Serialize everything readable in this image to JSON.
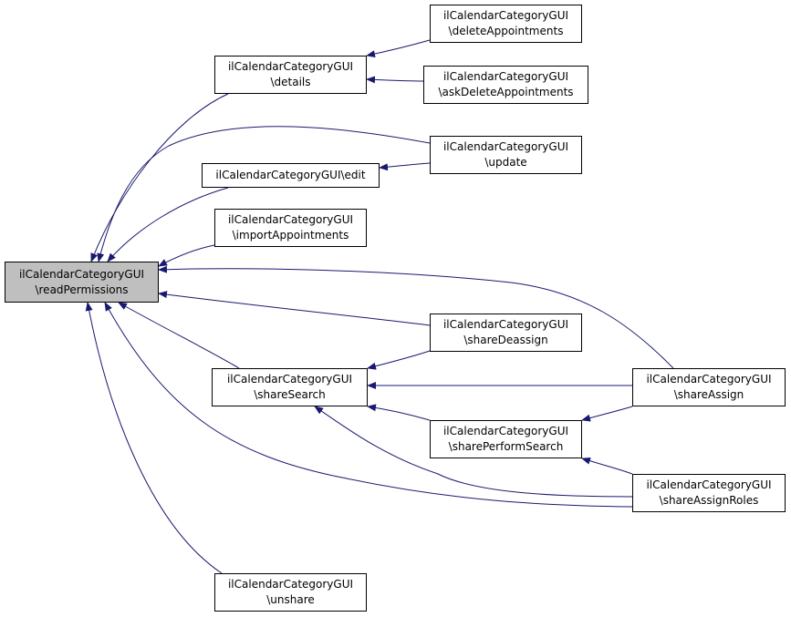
{
  "diagram": {
    "type": "call-graph",
    "edge_color": "#191970",
    "root_fill": "#bfbfbf",
    "nodes": [
      {
        "id": "readPermissions",
        "lines": [
          "ilCalendarCategoryGUI",
          "\\readPermissions"
        ],
        "root": true
      },
      {
        "id": "details",
        "lines": [
          "ilCalendarCategoryGUI",
          "\\details"
        ]
      },
      {
        "id": "deleteAppointments",
        "lines": [
          "ilCalendarCategoryGUI",
          "\\deleteAppointments"
        ]
      },
      {
        "id": "askDeleteAppointments",
        "lines": [
          "ilCalendarCategoryGUI",
          "\\askDeleteAppointments"
        ]
      },
      {
        "id": "edit",
        "lines": [
          "ilCalendarCategoryGUI\\edit"
        ]
      },
      {
        "id": "update",
        "lines": [
          "ilCalendarCategoryGUI",
          "\\update"
        ]
      },
      {
        "id": "importAppointments",
        "lines": [
          "ilCalendarCategoryGUI",
          "\\importAppointments"
        ]
      },
      {
        "id": "shareSearch",
        "lines": [
          "ilCalendarCategoryGUI",
          "\\shareSearch"
        ]
      },
      {
        "id": "shareDeassign",
        "lines": [
          "ilCalendarCategoryGUI",
          "\\shareDeassign"
        ]
      },
      {
        "id": "sharePerformSearch",
        "lines": [
          "ilCalendarCategoryGUI",
          "\\sharePerformSearch"
        ]
      },
      {
        "id": "shareAssign",
        "lines": [
          "ilCalendarCategoryGUI",
          "\\shareAssign"
        ]
      },
      {
        "id": "shareAssignRoles",
        "lines": [
          "ilCalendarCategoryGUI",
          "\\shareAssignRoles"
        ]
      },
      {
        "id": "unshare",
        "lines": [
          "ilCalendarCategoryGUI",
          "\\unshare"
        ]
      }
    ],
    "edges": [
      {
        "from": "details",
        "to": "readPermissions"
      },
      {
        "from": "update",
        "to": "readPermissions"
      },
      {
        "from": "edit",
        "to": "readPermissions"
      },
      {
        "from": "importAppointments",
        "to": "readPermissions"
      },
      {
        "from": "shareAssign",
        "to": "readPermissions"
      },
      {
        "from": "shareDeassign",
        "to": "readPermissions"
      },
      {
        "from": "shareSearch",
        "to": "readPermissions"
      },
      {
        "from": "shareAssignRoles",
        "to": "readPermissions"
      },
      {
        "from": "unshare",
        "to": "readPermissions"
      },
      {
        "from": "deleteAppointments",
        "to": "details"
      },
      {
        "from": "askDeleteAppointments",
        "to": "details"
      },
      {
        "from": "update",
        "to": "edit"
      },
      {
        "from": "shareDeassign",
        "to": "shareSearch"
      },
      {
        "from": "shareAssign",
        "to": "shareSearch"
      },
      {
        "from": "sharePerformSearch",
        "to": "shareSearch"
      },
      {
        "from": "shareAssignRoles",
        "to": "shareSearch"
      },
      {
        "from": "shareAssign",
        "to": "sharePerformSearch"
      },
      {
        "from": "shareAssignRoles",
        "to": "sharePerformSearch"
      }
    ]
  }
}
